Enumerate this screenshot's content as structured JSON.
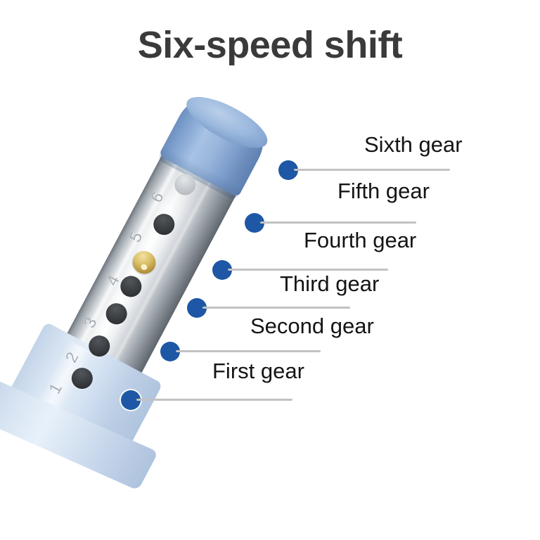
{
  "page": {
    "title": "Six-speed shift",
    "background_color": "#ffffff",
    "title_color": "#3a3a3a"
  },
  "colors": {
    "dot": "#1d57a5",
    "leader_line": "#c2c2c2",
    "label_text": "#141414",
    "cap_blue": "#8fb0d6",
    "base_blue": "#cfdef0",
    "barrel_silver": "#dfe3e7",
    "button_dark": "#34373b",
    "button_lit": "#c9ced3",
    "brass": "#d9bd63"
  },
  "callouts": [
    {
      "id": "sixth",
      "label": "Sixth gear",
      "gear_number": "6"
    },
    {
      "id": "fifth",
      "label": "Fifth gear",
      "gear_number": "5"
    },
    {
      "id": "fourth",
      "label": "Fourth gear",
      "gear_number": "4"
    },
    {
      "id": "third",
      "label": "Third gear",
      "gear_number": "3"
    },
    {
      "id": "second",
      "label": "Second gear",
      "gear_number": "2"
    },
    {
      "id": "first",
      "label": "First gear",
      "gear_number": "1"
    }
  ],
  "device": {
    "name": "six-speed-shift-pen",
    "gear_markings": [
      "6",
      "5",
      "4",
      "3",
      "2",
      "1"
    ],
    "selected_gear": "6"
  }
}
